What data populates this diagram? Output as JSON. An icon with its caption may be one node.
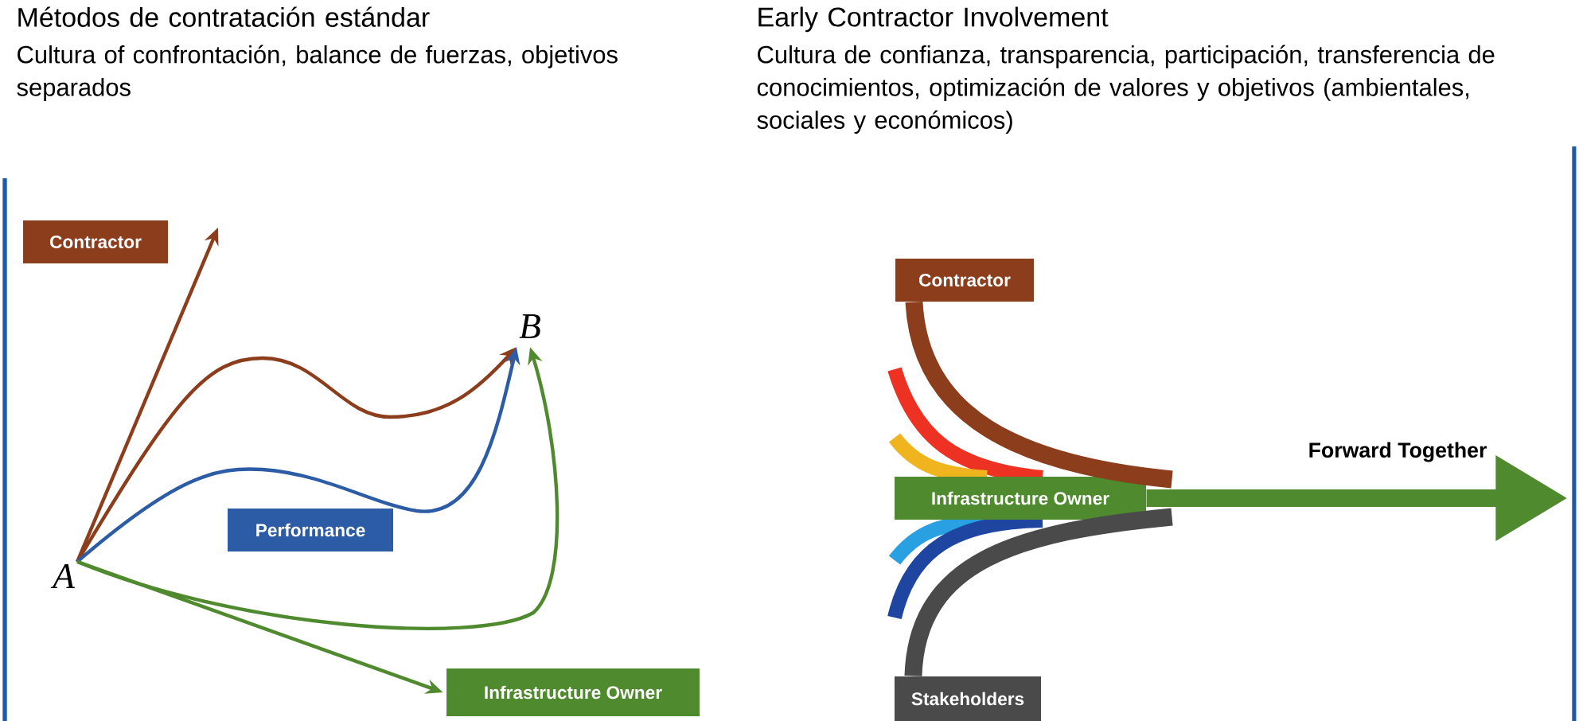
{
  "diagram": {
    "nodes": [
      {
        "text": [
          "Contractor"
        ]
      },
      {
        "text": [
          "B"
        ]
      },
      {
        "text": [
          "Performance"
        ]
      },
      {
        "text": [
          "A"
        ]
      },
      {
        "text": [
          "Infrastructure Owner"
        ]
      },
      {
        "text": [
          "Contractor"
        ]
      },
      {
        "text": [
          "Infrastructure Owner"
        ]
      },
      {
        "text": [
          "Stakeholders"
        ]
      }
    ],
    "edges": [
      {
        "from": 3,
        "to": null,
        "arrow": "to",
        "color": "#8b3d1c"
      },
      {
        "from": 3,
        "to": 1,
        "arrow": "to",
        "color": "#8b3d1c"
      },
      {
        "from": 3,
        "to": 1,
        "arrow": "to",
        "color": "#2d5ca6"
      },
      {
        "from": 3,
        "to": 1,
        "arrow": "to",
        "color": "#4f8a2f"
      },
      {
        "from": 3,
        "to": 4,
        "arrow": "to",
        "color": "#4f8a2f"
      },
      {
        "from": 5,
        "to": 6,
        "arrow": "none",
        "style": "thick",
        "color": "#8b3d1c"
      },
      {
        "from": 7,
        "to": 6,
        "arrow": "none",
        "style": "thick",
        "color": "#4a4a4a"
      },
      {
        "from": 6,
        "to": null,
        "arrow": "to",
        "style": "thick",
        "color": "#4f8a2f",
        "label": "Forward Together"
      }
    ],
    "labels": [
      "Métodos de contratación estándar",
      "Cultura of confrontación, balance de fuerzas, objetivos separados",
      "Early Contractor Involvement",
      "Cultura de confianza, transparencia, participación, transferencia de conocimientos, optimización de valores y objetivos (ambientales, sociales y económicos)"
    ]
  }
}
